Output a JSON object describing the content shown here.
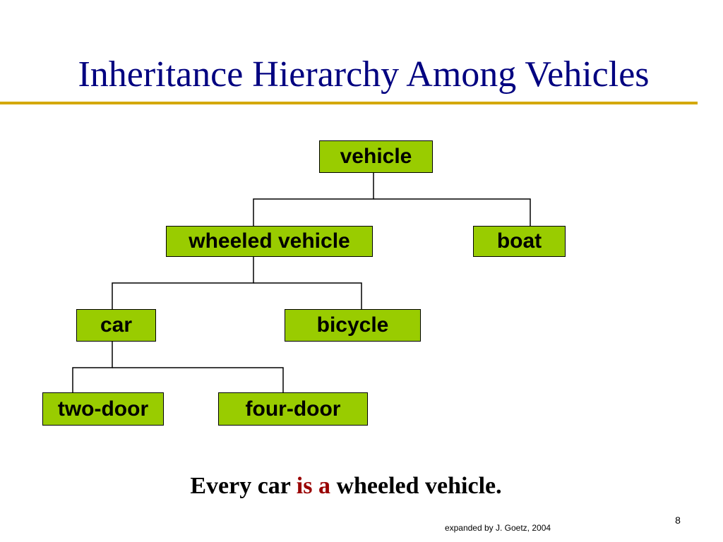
{
  "slide": {
    "title": "Inheritance Hierarchy Among Vehicles",
    "caption": {
      "before": "Every car ",
      "emphasis": "is a",
      "after": " wheeled vehicle."
    },
    "credit": "expanded by J. Goetz, 2004",
    "slide_number": "8"
  },
  "colors": {
    "title_text": "#000080",
    "title_rule": "#d4a800",
    "node_fill": "#99cc00",
    "node_border": "#000000",
    "emphasis_text": "#990000"
  },
  "hierarchy": {
    "nodes": [
      {
        "id": "vehicle",
        "label": "vehicle",
        "parent": null
      },
      {
        "id": "wheeled-vehicle",
        "label": "wheeled vehicle",
        "parent": "vehicle"
      },
      {
        "id": "boat",
        "label": "boat",
        "parent": "vehicle"
      },
      {
        "id": "car",
        "label": "car",
        "parent": "wheeled-vehicle"
      },
      {
        "id": "bicycle",
        "label": "bicycle",
        "parent": "wheeled-vehicle"
      },
      {
        "id": "two-door",
        "label": "two-door",
        "parent": "car"
      },
      {
        "id": "four-door",
        "label": "four-door",
        "parent": "car"
      }
    ]
  }
}
